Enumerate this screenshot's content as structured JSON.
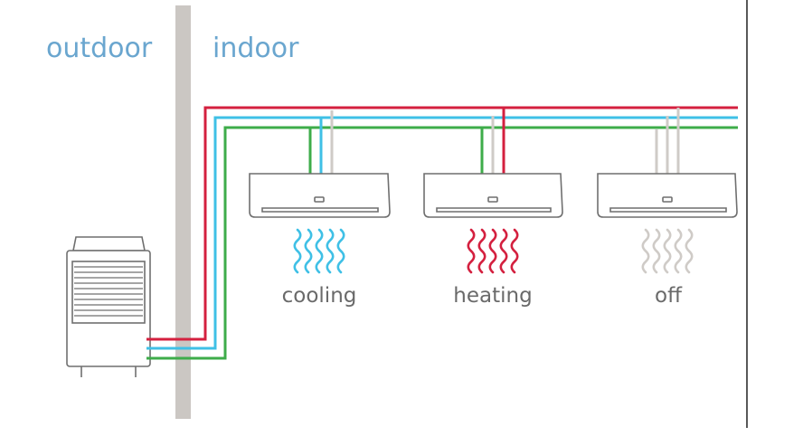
{
  "labels": {
    "outdoor": "outdoor",
    "indoor": "indoor"
  },
  "colors": {
    "label_blue": "#6aa6cf",
    "pipe_red": "#d4203f",
    "pipe_blue": "#3fc0e6",
    "pipe_green": "#3eac4a",
    "pipe_grey": "#cfcbc7",
    "wall": "#cbc7c3",
    "unit_outline": "#6f6f6f",
    "mode_text": "#6a6a6a"
  },
  "indoor_units": [
    {
      "mode": "cooling",
      "wave_color": "#3fc0e6",
      "connected_pipes": [
        "blue",
        "green"
      ]
    },
    {
      "mode": "heating",
      "wave_color": "#d4203f",
      "connected_pipes": [
        "red",
        "green"
      ]
    },
    {
      "mode": "off",
      "wave_color": "#cfcbc7",
      "connected_pipes": []
    }
  ]
}
